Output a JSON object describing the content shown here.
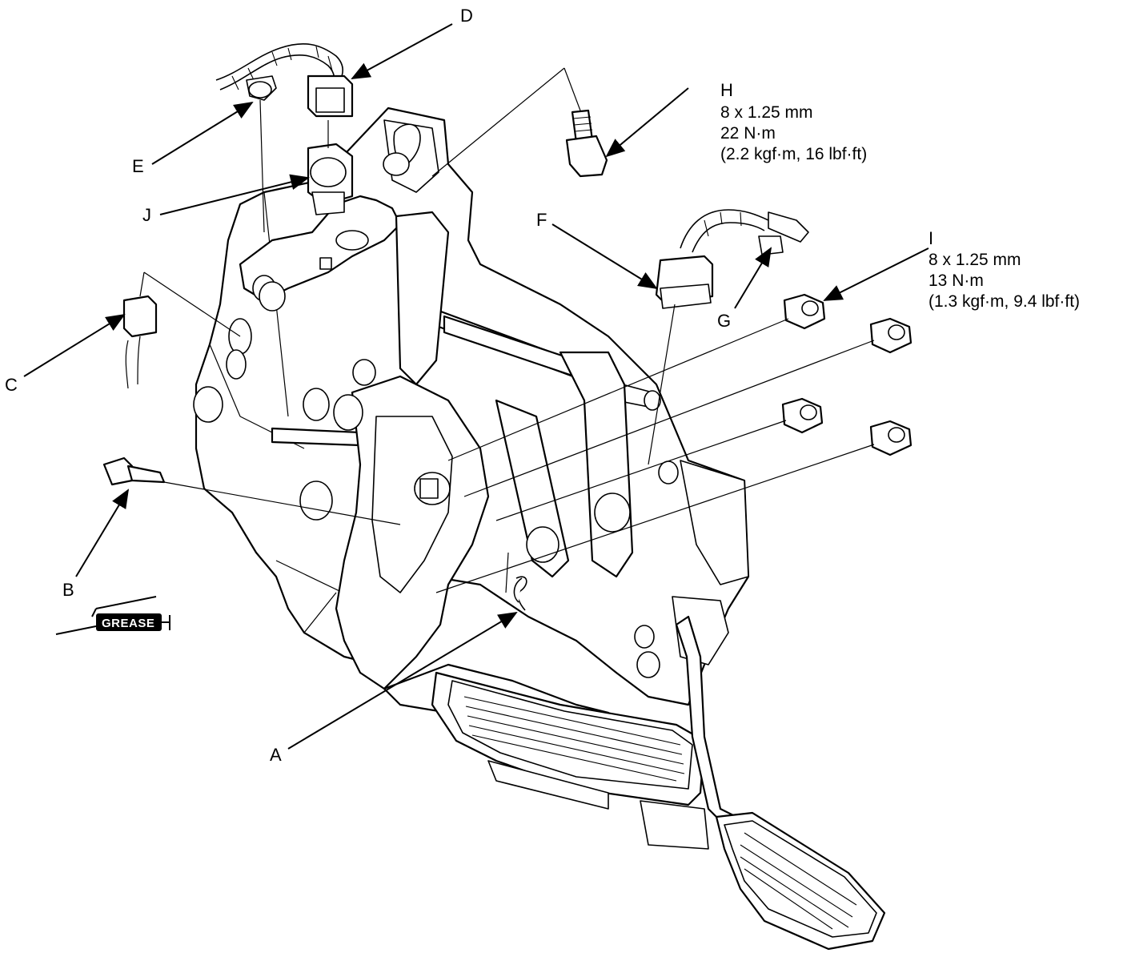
{
  "callouts": {
    "A": "A",
    "B": "B",
    "C": "C",
    "D": "D",
    "E": "E",
    "F": "F",
    "G": "G",
    "J": "J"
  },
  "spec_H": {
    "letter": "H",
    "size": "8 x 1.25 mm",
    "torque": "22 N·m",
    "torque_alt": "(2.2 kgf·m, 16 lbf·ft)"
  },
  "spec_I": {
    "letter": "I",
    "size": "8 x 1.25 mm",
    "torque": "13 N·m",
    "torque_alt": "(1.3 kgf·m, 9.4 lbf·ft)"
  },
  "grease_symbol": {
    "label": "GREASE"
  }
}
